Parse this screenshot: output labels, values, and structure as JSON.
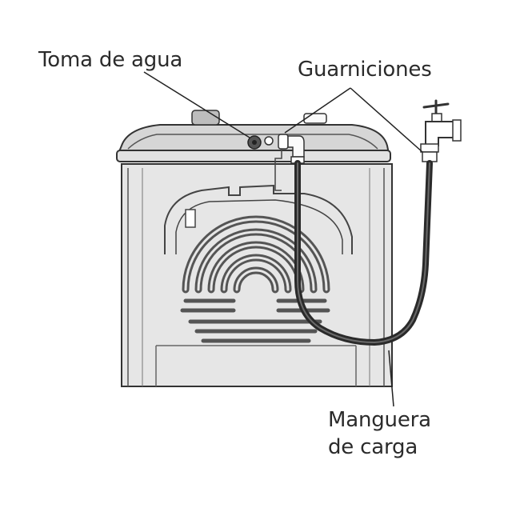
{
  "labels": {
    "water_inlet": "Toma de agua",
    "fittings": "Guarniciones",
    "hose_line1": "Manguera",
    "hose_line2": "de carga"
  },
  "colors": {
    "body_fill": "#e6e6e6",
    "panel_fill": "#cfcfcf",
    "stroke": "#333333",
    "hose": "#2a2a2a",
    "text": "#2b2b2b"
  }
}
